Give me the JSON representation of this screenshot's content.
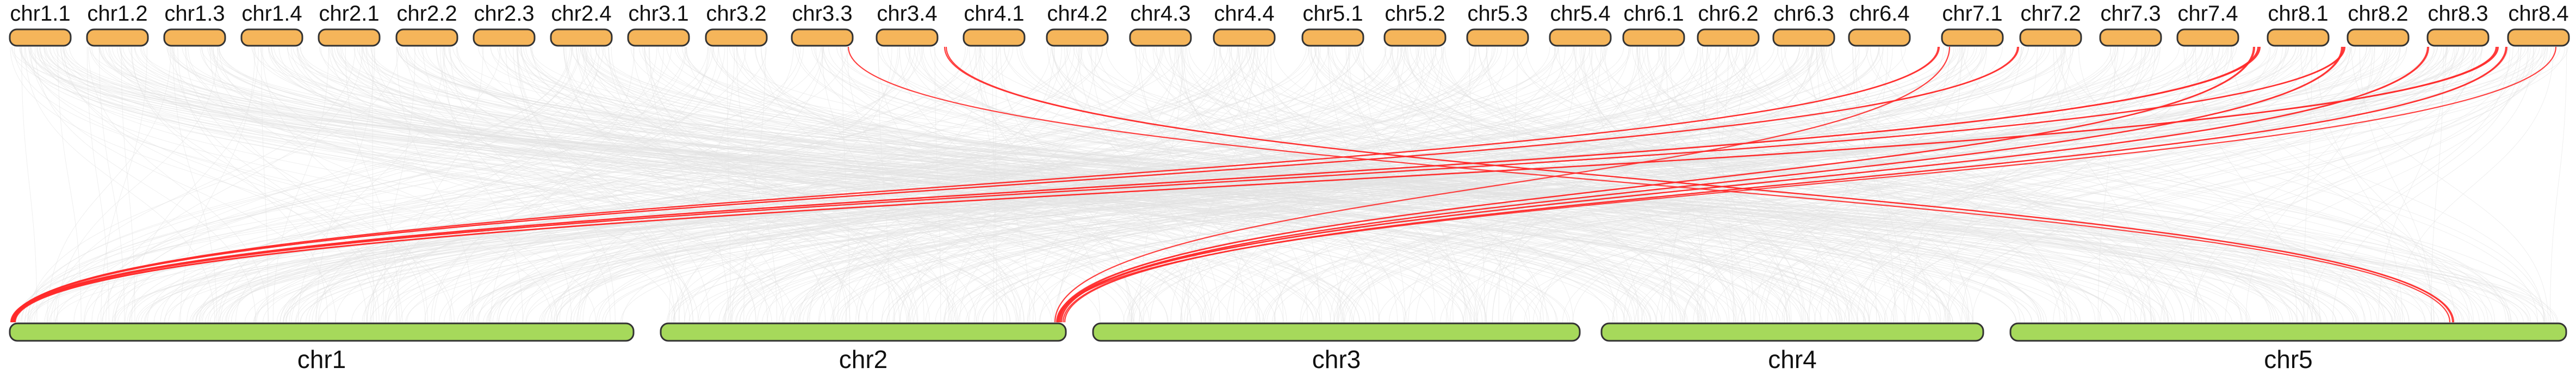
{
  "colors": {
    "top_chromosome_fill": "#f5b55a",
    "top_chromosome_stroke": "#333333",
    "bottom_chromosome_fill": "#a6d95b",
    "bottom_chromosome_stroke": "#333333",
    "background_link": "#e2e2e2",
    "highlight_link": "#ff2a2a",
    "label_text": "#111111"
  },
  "top_genome": {
    "chromosomes": [
      "chr1.1",
      "chr1.2",
      "chr1.3",
      "chr1.4",
      "chr2.1",
      "chr2.2",
      "chr2.3",
      "chr2.4",
      "chr3.1",
      "chr3.2",
      "chr3.3",
      "chr3.4",
      "chr4.1",
      "chr4.2",
      "chr4.3",
      "chr4.4",
      "chr5.1",
      "chr5.2",
      "chr5.3",
      "chr5.4",
      "chr6.1",
      "chr6.2",
      "chr6.3",
      "chr6.4",
      "chr7.1",
      "chr7.2",
      "chr7.3",
      "chr7.4",
      "chr8.1",
      "chr8.2",
      "chr8.3",
      "chr8.4"
    ]
  },
  "bottom_genome": {
    "chromosomes": [
      "chr1",
      "chr2",
      "chr3",
      "chr4",
      "chr5"
    ]
  }
}
